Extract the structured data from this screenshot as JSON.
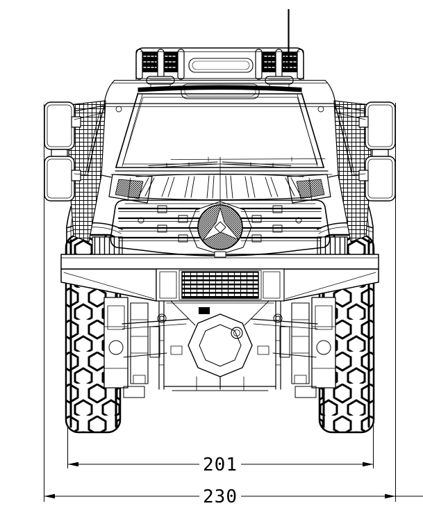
{
  "drawing": {
    "background_color": "#ffffff",
    "line_color": "#000000",
    "subject": "off-road truck front view line drawing",
    "dimensions": {
      "track_width_label": "201",
      "overall_width_label": "230"
    }
  }
}
